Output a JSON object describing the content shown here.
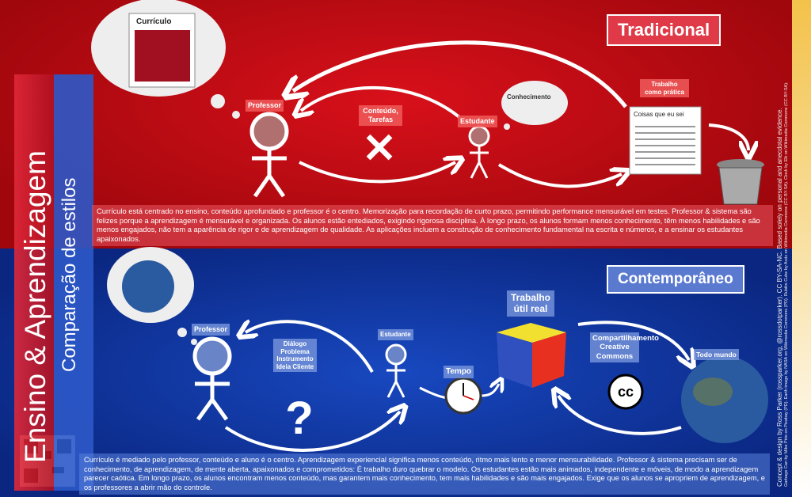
{
  "side_title": {
    "main": "Ensino & Aprendizagem",
    "sub": "Comparação de estilos"
  },
  "traditional": {
    "title": "Tradicional",
    "thought_curriculum": "Currículo",
    "professor": "Professor",
    "content_tasks": "Conteúdo, Tarefas",
    "student": "Estudante",
    "thought_knowledge": "Conhecimento",
    "work_label": "Trabalho como prática",
    "work_doc": "Coisas que eu sei",
    "description": "Currículo está centrado no ensino, conteúdo aprofundado e professor é o centro. Memorização para recordação de curto prazo, permitindo performance mensurável em testes. Professor & sistema são felizes porque a aprendizagem é mensurável e organizada. Os alunos estão entediados, exigindo rigorosa disciplina. À longo prazo, os alunos formam menos conhecimento, têm menos habilidades e são menos engajados, não tem a aparência de rigor e de aprendizagem de qualidade. As aplicações incluem a construção de conhecimento fundamental na escrita e números, e a ensinar os estudantes apaixonados."
  },
  "contemporary": {
    "title": "Contemporâneo",
    "professor": "Professor",
    "dialog": "Diálogo Problema Instrumento Ideia Cliente",
    "student": "Estudante",
    "time": "Tempo",
    "real_work": "Trabalho útil real",
    "sharing": "Compartilhamento Creative Commons",
    "cc": "cc",
    "everyone": "Todo mundo",
    "description": "Currículo é mediado pelo professor, conteúdo e aluno é o centro. Aprendizagem experiencial significa menos conteúdo, ritmo mais lento e menor mensurabilidade. Professor & sistema precisam ser de conhecimento, de aprendizagem, de mente aberta, apaixonados e comprometidos: É trabalho duro quebrar o modelo. Os estudantes estão mais animados, independente e móveis, de modo a aprendizagem parecer caótica. Em longo prazo, os alunos encontram menos conteúdo, mas garantem mais conhecimento, tem mais habilidades e são mais engajados. Exige que os alunos se apropriem de aprendizagem, e os professores a abrir mão do controle."
  },
  "credits": {
    "line1": "Concept & design by Ross Parker (rossparker.org, @rossdotparker). CC BY-SA-NC. Based solely on personal and anecdotal evidence.",
    "line2": "Garbage Can by Mike Pirie on Pixabay (PD). Earth image by NASA on Wikimedia Commons (PD). Rubiks Cube by Acdx on Wikimedia Commons (CC BY-SA). Clock by Elk on Wikimedia Commons (CC BY-SA)."
  }
}
